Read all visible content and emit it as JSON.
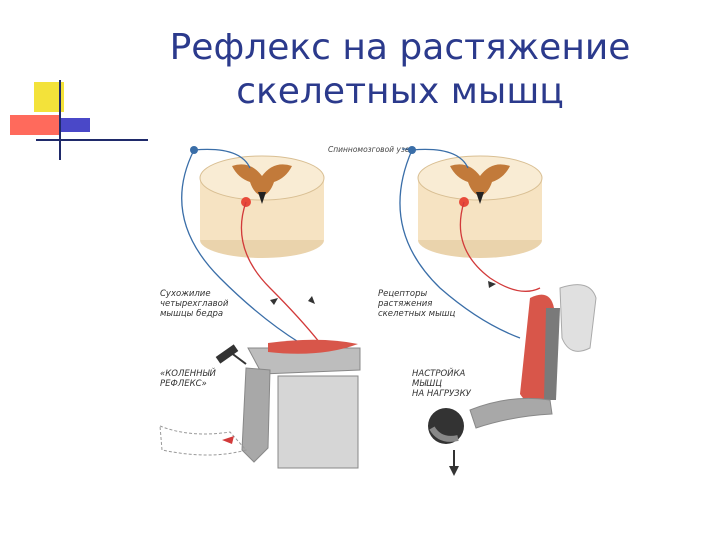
{
  "slide": {
    "title_line1": "Рефлекс на растяжение",
    "title_line2": "скелетных мышц"
  },
  "diagram": {
    "labels": {
      "ganglion": "Спинномозговой узел",
      "tendon_line1": "Сухожилие",
      "tendon_line2": "четырехглавой",
      "tendon_line3": "мышцы бедра",
      "knee_line1": "«КОЛЕННЫЙ",
      "knee_line2": "РЕФЛЕКС»",
      "receptors_line1": "Рецепторы",
      "receptors_line2": "растяжения",
      "receptors_line3": "скелетных мышц",
      "tuning_line1": "НАСТРОЙКА",
      "tuning_line2": "МЫШЦ",
      "tuning_line3": "НА НАГРУЗКУ"
    },
    "colors": {
      "title": "#2b3a8c",
      "spinal_tissue": "#f6e3c2",
      "gray_matter": "#c27a3a",
      "sensory_nerve": "#3a6ea8",
      "motor_nerve": "#d23a3a",
      "muscle": "#d8564a",
      "limb": "#9a9a9a"
    }
  }
}
